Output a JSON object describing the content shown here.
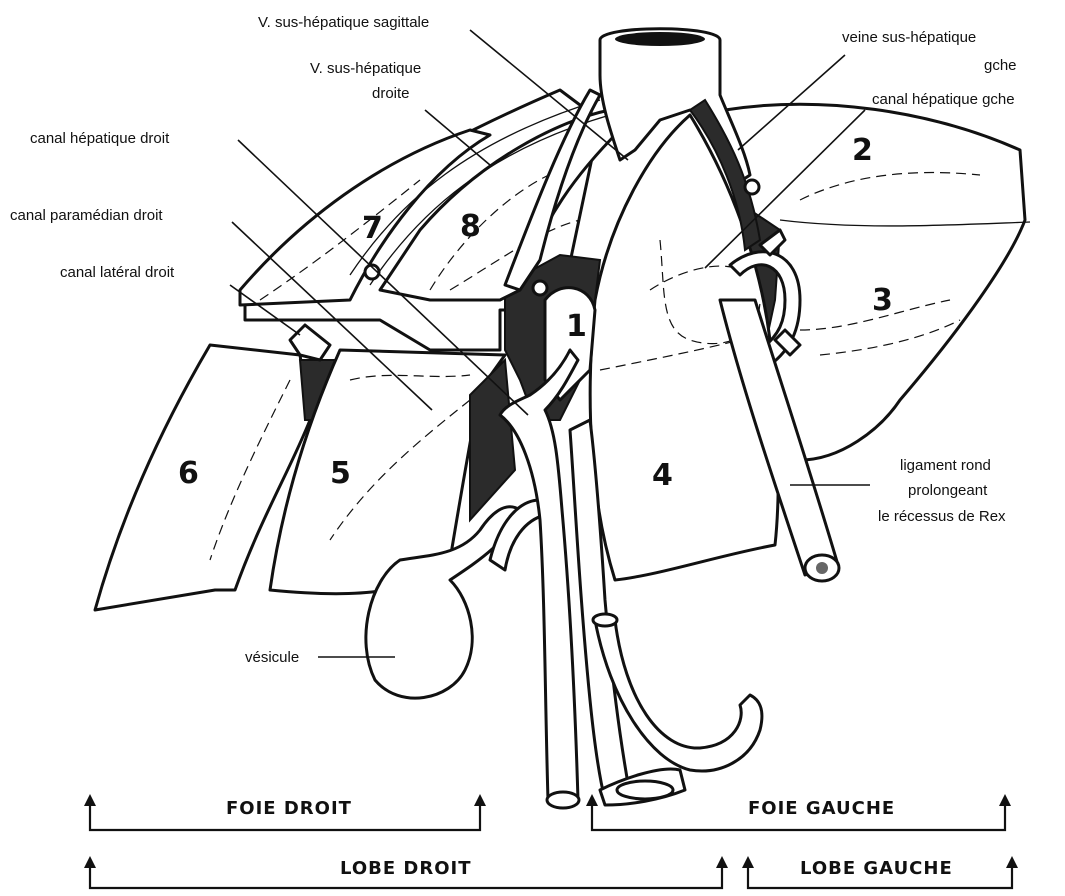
{
  "labels": {
    "v_sus_hepatique_sagittale": "V. sus-hépatique sagittale",
    "v_sus_hepatique_droite_1": "V. sus-hépatique",
    "v_sus_hepatique_droite_2": "droite",
    "veine_sus_hepatique_gche_1": "veine sus-hépatique",
    "veine_sus_hepatique_gche_2": "gche",
    "canal_hepatique_gche": "canal hépatique gche",
    "canal_hepatique_droit": "canal hépatique droit",
    "canal_paramedian_droit": "canal paramédian droit",
    "canal_lateral_droit": "canal latéral droit",
    "ligament_rond_1": "ligament rond",
    "ligament_rond_2": "prolongeant",
    "ligament_rond_3": "le récessus de Rex",
    "vesicule": "vésicule"
  },
  "segments": [
    "1",
    "2",
    "3",
    "4",
    "5",
    "6",
    "7",
    "8"
  ],
  "brackets": {
    "foie_droit": "FOIE DROIT",
    "foie_gauche": "FOIE GAUCHE",
    "lobe_droit": "LOBE DROIT",
    "lobe_gauche": "LOBE GAUCHE"
  }
}
